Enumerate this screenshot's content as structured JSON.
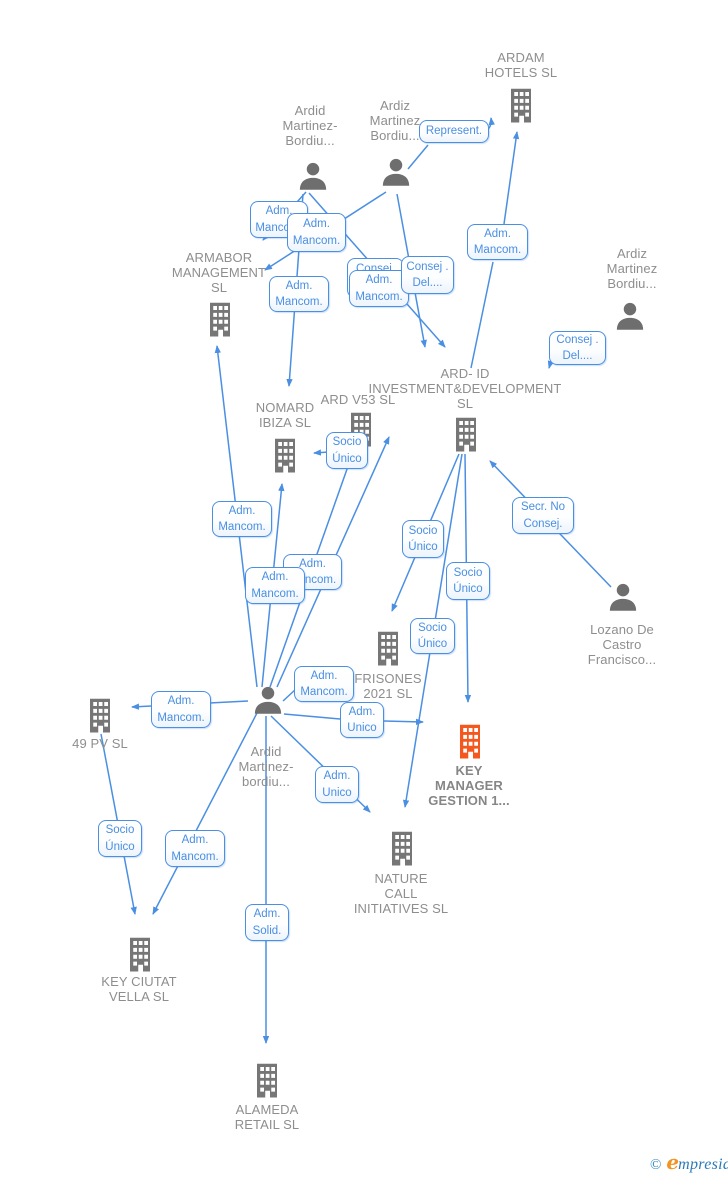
{
  "colors": {
    "edge_blue": "#4a8fe2",
    "icon_gray": "#767676",
    "label_gray": "#8e8e8e",
    "highlight_orange": "#f4581e"
  },
  "label_types": {
    "adm_mancom": "Adm.\nMancom.",
    "adm_unico": "Adm.\nUnico",
    "adm_solid": "Adm.\nSolid.",
    "socio_unico": "Socio\nÚnico",
    "consej_del": "Consej .\nDel....",
    "consej": "Consej.",
    "secr_no_consej": "Secr. No\nConsej.",
    "represent": "Represent."
  },
  "nodes": {
    "ardam_hotels": {
      "type": "company",
      "label": "ARDAM\nHOTELS SL"
    },
    "person_ardid_top": {
      "type": "person",
      "label": "Ardid\nMartinez-\nBordiu..."
    },
    "person_ardiz_top": {
      "type": "person",
      "label": "Ardiz\nMartinez\nBordiu..."
    },
    "person_ardiz_right": {
      "type": "person",
      "label": "Ardiz\nMartinez\nBordiu..."
    },
    "armabor": {
      "type": "company",
      "label": "ARMABOR\nMANAGEMENT\nSL"
    },
    "nomard": {
      "type": "company",
      "label": "NOMARD\nIBIZA SL"
    },
    "ard_v53": {
      "type": "company",
      "label": "ARD V53 SL"
    },
    "ard_id": {
      "type": "company",
      "label": "ARD- ID\nINVESTMENT&DEVELOPMENT\nSL"
    },
    "frisones": {
      "type": "company",
      "label": "FRISONES\n2021 SL"
    },
    "key_manager": {
      "type": "company",
      "label": "KEY\nMANAGER\nGESTION 1..."
    },
    "lozano": {
      "type": "person",
      "label": "Lozano De\nCastro\nFrancisco..."
    },
    "pv49": {
      "type": "company",
      "label": "49 PV SL"
    },
    "person_center": {
      "type": "person",
      "label": "Ardid\nMartinez-\nbordiu..."
    },
    "key_ciutat": {
      "type": "company",
      "label": "KEY CIUTAT\nVELLA SL"
    },
    "nature_call": {
      "type": "company",
      "label": "NATURE\nCALL\nINITIATIVES SL"
    },
    "alameda": {
      "type": "company",
      "label": "ALAMEDA\nRETAIL SL"
    }
  },
  "footer": {
    "copyright_symbol": "©",
    "brand_first_letter": "e",
    "brand_rest": "mpresia"
  }
}
